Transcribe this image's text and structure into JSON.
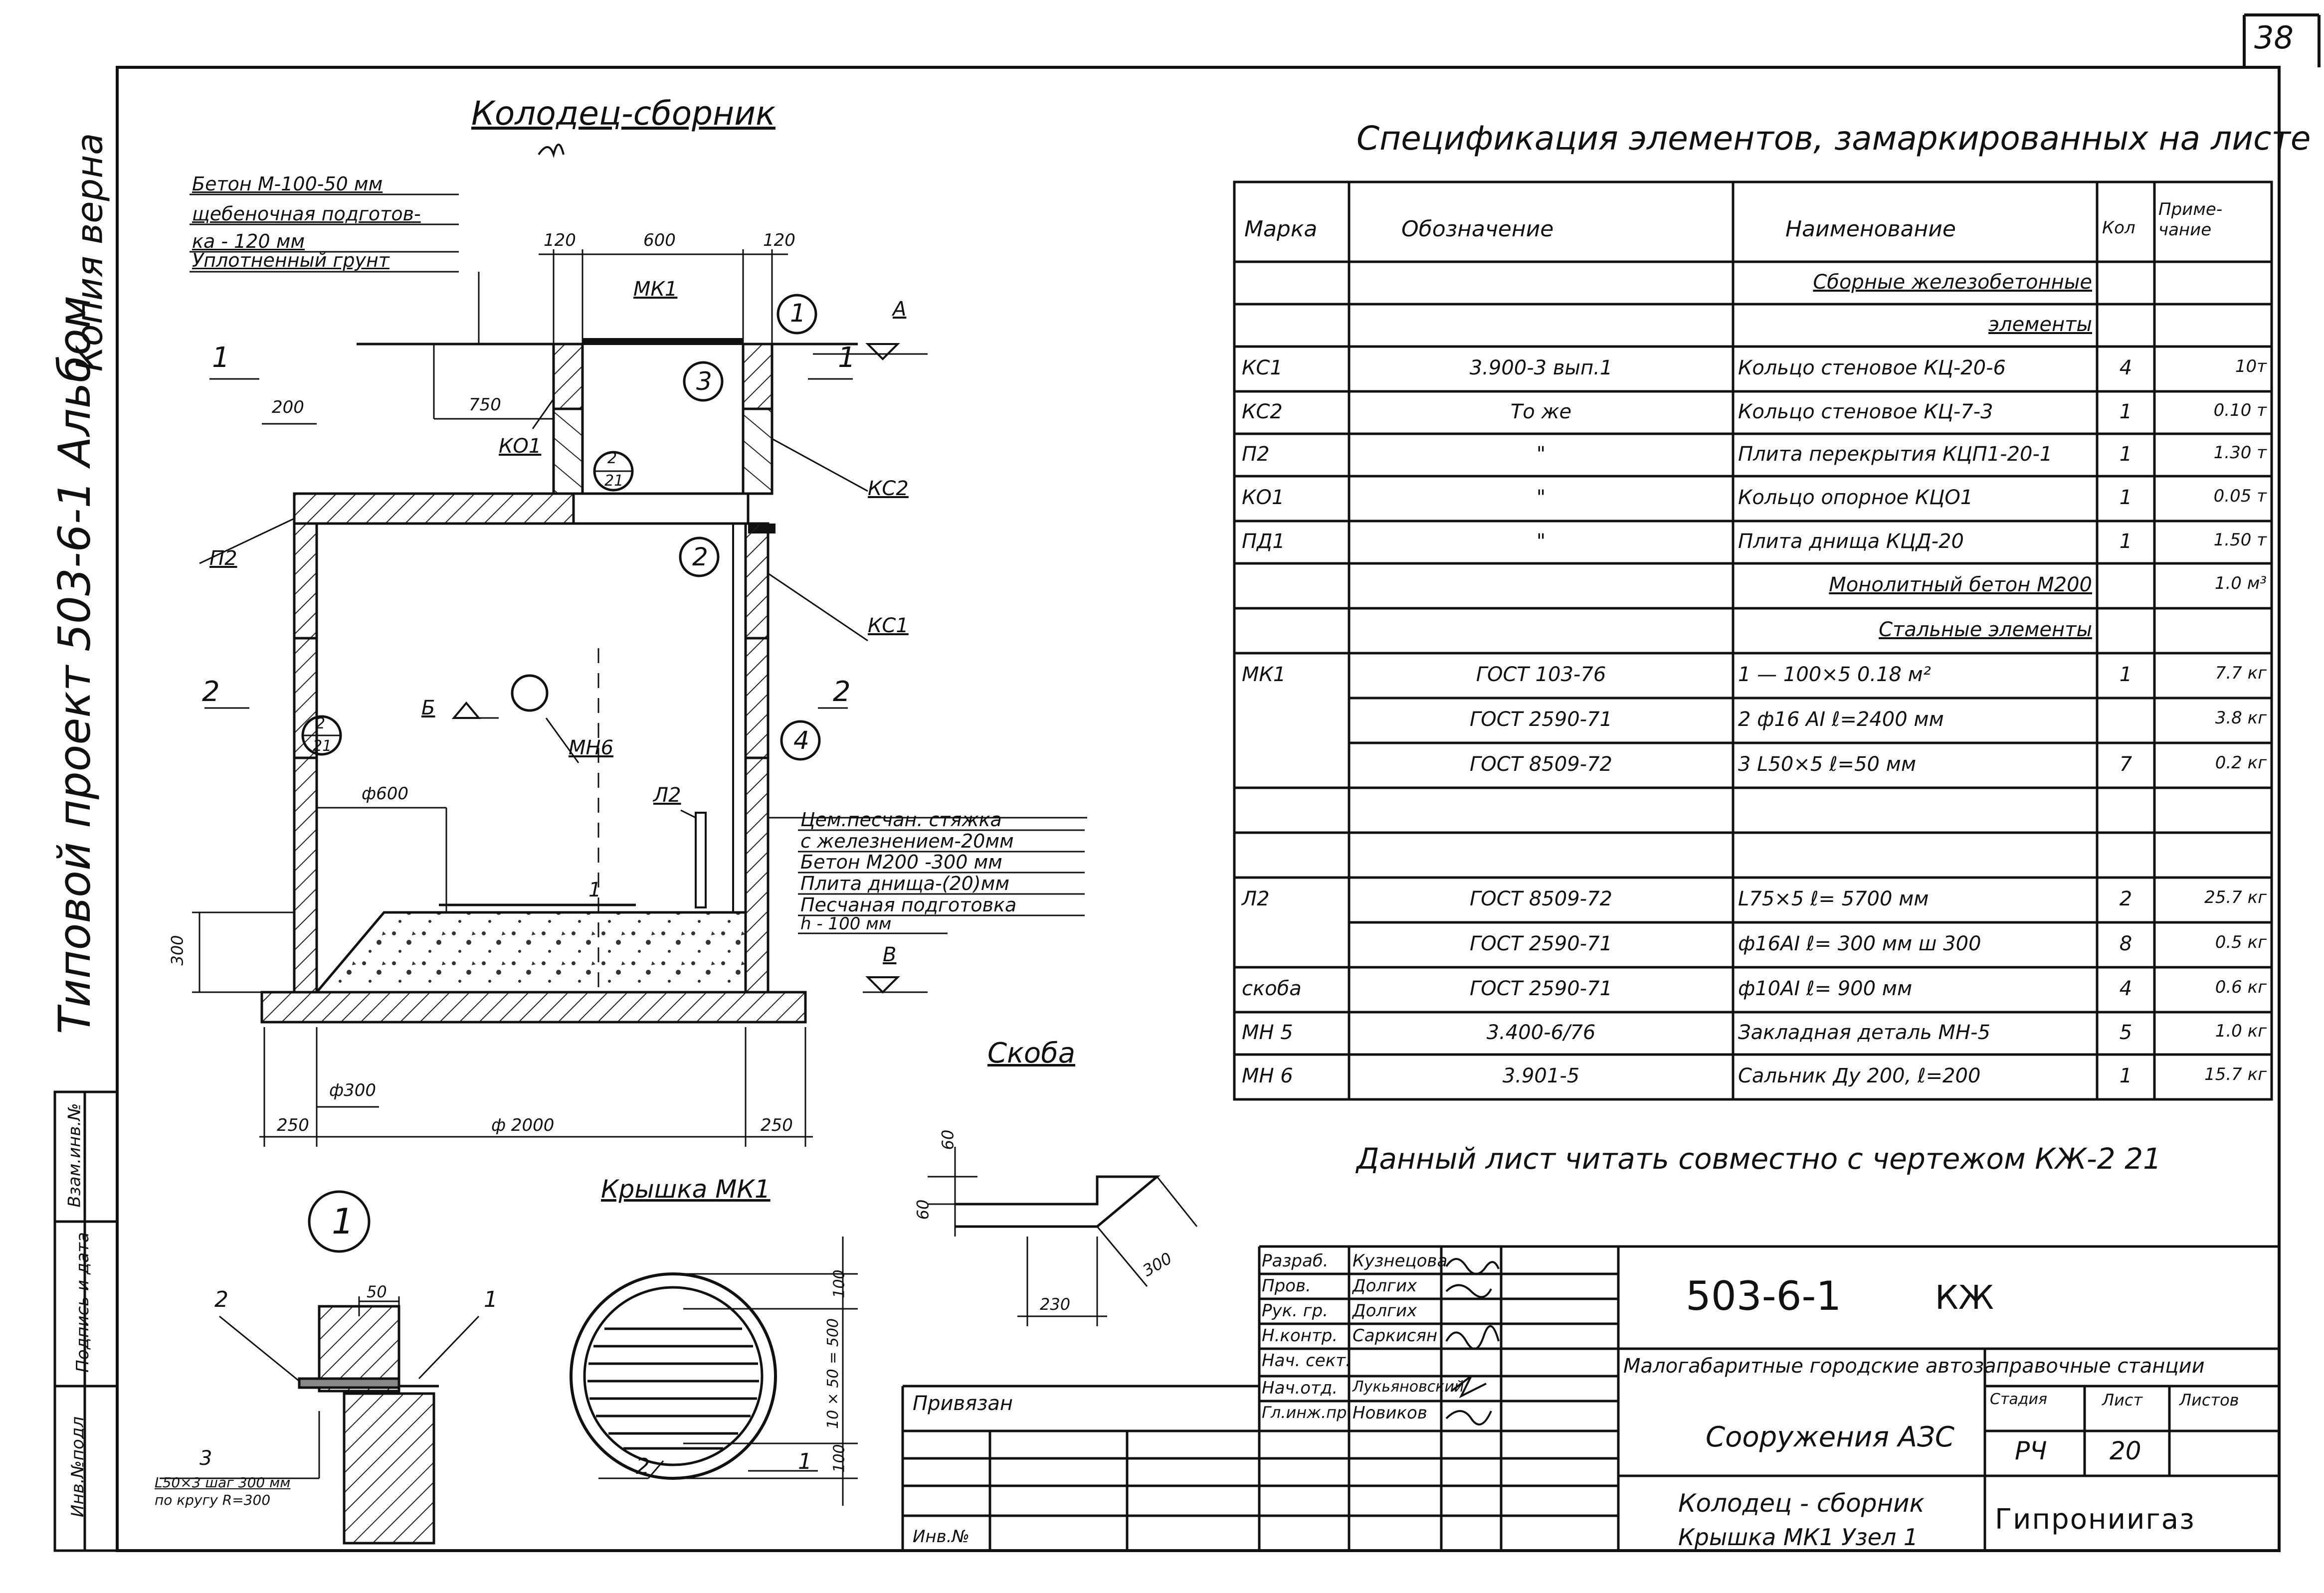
{
  "sheet_number": "38",
  "margin_stamp": {
    "kopiya": "Копия верна",
    "project": "Типовой проект 503-6-1 Альбом"
  },
  "left_margin_boxes": [
    "Инв.№подл",
    "Подпись и дата",
    "Взам.инв.№"
  ],
  "drawing": {
    "title": "Колодец-сборник",
    "layers": [
      "Бетон М-100-50 мм",
      "щебеночная подготов-",
      "ка - 120 мм",
      "Уплотненный грунт"
    ],
    "dims": {
      "d120a": "120",
      "d600": "600",
      "d120b": "120",
      "d750": "750",
      "d200": "200",
      "d300h": "300",
      "phi600": "ф600",
      "phi300": "ф300",
      "d250a": "250",
      "phi2000": "ф 2000",
      "d250b": "250"
    },
    "labels": {
      "mk1": "МК1",
      "ko1": "КО1",
      "kc2": "КС2",
      "kc1": "КС1",
      "p2": "П2",
      "mn6": "МН6",
      "l2": "Л2",
      "b": "Б",
      "a": "А",
      "v": "В",
      "one": "1",
      "sec1a": "1",
      "sec1b": "1",
      "sec2a": "2",
      "sec2b": "2",
      "c1": "1",
      "c2": "2",
      "c3": "3",
      "c4": "4",
      "frac_num": "2",
      "frac_den": "21",
      "frac2_num": "2",
      "frac2_den": "21"
    },
    "screed_notes": [
      "Цем.песчан. стяжка",
      "с железнением-20мм",
      "Бетон М200 -300 мм",
      "Плита днища-(20)мм",
      "Песчаная подготовка",
      "h - 100 мм"
    ]
  },
  "skoba": {
    "title": "Скоба",
    "dims": {
      "d60a": "60",
      "d60b": "60",
      "d230": "230",
      "d300": "300"
    }
  },
  "detail1": {
    "circle": "1",
    "dim50": "50",
    "lbl2": "2",
    "lbl1": "1",
    "lbl3": "3",
    "note1": "L50×3 шаг 300 мм",
    "note2": "по кругу R=300"
  },
  "kryshka": {
    "title": "Крышка МК1",
    "dim100a": "100",
    "dimmid": "10 × 50 = 500",
    "dim100b": "100",
    "lbl1": "1",
    "lbl2": "2"
  },
  "spec": {
    "title": "Спецификация элементов, замаркированных на листе",
    "headers": [
      "Марка",
      "Обозначение",
      "Наименование",
      "Кол",
      "Приме-чание"
    ],
    "rows": [
      {
        "marka": "",
        "oboz": "",
        "naim": "Сборные железобетонные",
        "kol": "",
        "prim": "",
        "u": true
      },
      {
        "marka": "",
        "oboz": "",
        "naim": "элементы",
        "kol": "",
        "prim": "",
        "u": true
      },
      {
        "marka": "КС1",
        "oboz": "3.900-3 вып.1",
        "naim": "Кольцо стеновое КЦ-20-6",
        "kol": "4",
        "prim": "10т"
      },
      {
        "marka": "КС2",
        "oboz": "То же",
        "naim": "Кольцо стеновое КЦ-7-3",
        "kol": "1",
        "prim": "0.10 т"
      },
      {
        "marka": "П2",
        "oboz": "\"",
        "naim": "Плита перекрытия КЦП1-20-1",
        "kol": "1",
        "prim": "1.30 т"
      },
      {
        "marka": "КО1",
        "oboz": "\"",
        "naim": "Кольцо опорное КЦО1",
        "kol": "1",
        "prim": "0.05 т"
      },
      {
        "marka": "ПД1",
        "oboz": "\"",
        "naim": "Плита днища КЦД-20",
        "kol": "1",
        "prim": "1.50 т"
      },
      {
        "marka": "",
        "oboz": "",
        "naim": "Монолитный бетон М200",
        "kol": "",
        "prim": "1.0 м³",
        "u": true
      },
      {
        "marka": "",
        "oboz": "",
        "naim": "Стальные элементы",
        "kol": "",
        "prim": "",
        "u": true
      },
      {
        "marka": "МК1",
        "oboz": "ГОСТ 103-76",
        "naim": "1 — 100×5   0.18 м²",
        "kol": "1",
        "prim": "7.7 кг"
      },
      {
        "marka": "",
        "oboz": "ГОСТ 2590-71",
        "naim": "2 ф16 АI  ℓ=2400 мм",
        "kol": "",
        "prim": "3.8 кг"
      },
      {
        "marka": "",
        "oboz": "ГОСТ 8509-72",
        "naim": "3 L50×5  ℓ=50 мм",
        "kol": "7",
        "prim": "0.2 кг"
      },
      {
        "marka": "",
        "oboz": "",
        "naim": "",
        "kol": "",
        "prim": ""
      },
      {
        "marka": "",
        "oboz": "",
        "naim": "",
        "kol": "",
        "prim": ""
      },
      {
        "marka": "Л2",
        "oboz": "ГОСТ 8509-72",
        "naim": "L75×5  ℓ= 5700 мм",
        "kol": "2",
        "prim": "25.7 кг"
      },
      {
        "marka": "",
        "oboz": "ГОСТ 2590-71",
        "naim": "ф16АI  ℓ= 300 мм ш 300",
        "kol": "8",
        "prim": "0.5 кг"
      },
      {
        "marka": "скоба",
        "oboz": "ГОСТ 2590-71",
        "naim": "ф10АI  ℓ= 900 мм",
        "kol": "4",
        "prim": "0.6 кг"
      },
      {
        "marka": "МН 5",
        "oboz": "3.400-6/76",
        "naim": "Закладная деталь МН-5",
        "kol": "5",
        "prim": "1.0 кг"
      },
      {
        "marka": "МН 6",
        "oboz": "3.901-5",
        "naim": "Сальник Ду 200, ℓ=200",
        "kol": "1",
        "prim": "15.7 кг"
      }
    ]
  },
  "note": "Данный лист читать совместно с чертежом КЖ-2 21",
  "title_block": {
    "roles": [
      "Разраб.",
      "Пров.",
      "Рук. гр.",
      "Н.контр.",
      "Нач. сект.",
      "Нач.отд.",
      "Гл.инж.пр."
    ],
    "names": [
      "Кузнецова",
      "Долгих",
      "Долгих",
      "Саркисян",
      "",
      "Лукьяновский",
      "Новиков"
    ],
    "code": "503-6-1",
    "code_suffix": "КЖ",
    "subject": "Малогабаритные городские автозаправочные станции",
    "building": "Сооружения АЗС",
    "stage_h": "Стадия",
    "sheet_h": "Лист",
    "sheets_h": "Листов",
    "stage": "РЧ",
    "sheet": "20",
    "sheet_title_1": "Колодец - сборник",
    "sheet_title_2": "Крышка МК1 Узел 1",
    "org": "Гипрониигаз",
    "privyazan": "Привязан",
    "inv": "Инв.№"
  }
}
